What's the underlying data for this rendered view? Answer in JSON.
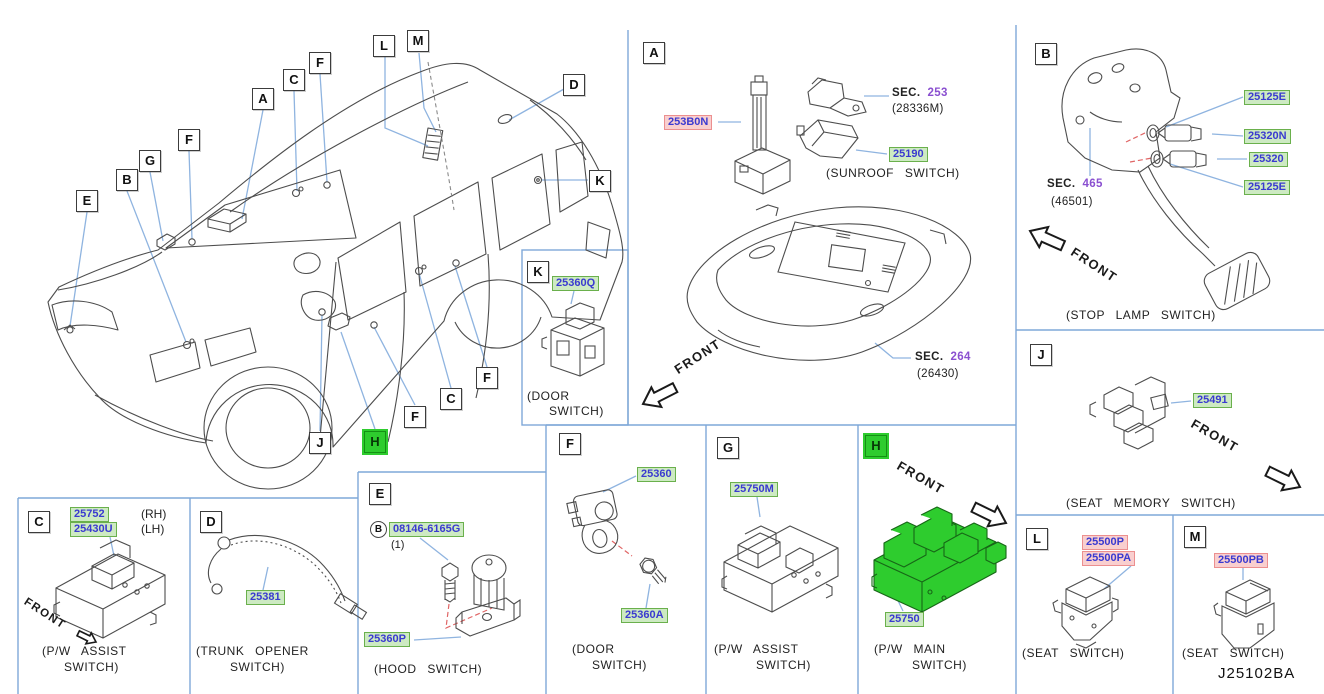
{
  "code": "J25102BA",
  "colors": {
    "highlight_green": "#2ecc2e",
    "part_label_text": "#3a3ad0",
    "green_label_bg": "#cdeac2",
    "green_label_border": "#6ab04c",
    "pink_label_bg": "#f9cfcf",
    "pink_label_border": "#ec8f8f",
    "section_number": "#8a4fd0",
    "panel_line": "#7fa8d8",
    "leader_line": "#8fb4e0",
    "red_dash": "#e06565"
  },
  "car": {
    "callouts": [
      "E",
      "B",
      "G",
      "F",
      "A",
      "C",
      "F",
      "L",
      "M",
      "D",
      "K",
      "J",
      "H",
      "F",
      "C",
      "F"
    ]
  },
  "panel_a": {
    "letter": "A",
    "part1": "253B0N",
    "sec1": "SEC.",
    "sec1_num": "253",
    "sec1_ref": "(28336M)",
    "part2": "25190",
    "caption": "(SUNROOF SWITCH)",
    "sec2": "SEC.",
    "sec2_num": "264",
    "sec2_ref": "(26430)",
    "front": "FRONT"
  },
  "panel_b": {
    "letter": "B",
    "part1": "25125E",
    "part2": "25320N",
    "part3": "25320",
    "part4": "25125E",
    "sec": "SEC.",
    "sec_num": "465",
    "sec_ref": "(46501)",
    "front": "FRONT",
    "caption": "(STOP LAMP SWITCH)"
  },
  "panel_k": {
    "letter": "K",
    "part": "25360Q",
    "cap1": "(DOOR",
    "cap2": "SWITCH)"
  },
  "panel_j": {
    "letter": "J",
    "part": "25491",
    "front": "FRONT",
    "caption": "(SEAT MEMORY SWITCH)"
  },
  "panel_l": {
    "letter": "L",
    "part1": "25500P",
    "part2": "25500PA",
    "caption": "(SEAT SWITCH)"
  },
  "panel_m": {
    "letter": "M",
    "part": "25500PB",
    "caption": "(SEAT SWITCH)"
  },
  "panel_c": {
    "letter": "C",
    "part_rh": "25752",
    "rh": "(RH)",
    "part_lh": "25430U",
    "lh": "(LH)",
    "front": "FRONT",
    "cap1": "(P/W ASSIST",
    "cap2": "SWITCH)"
  },
  "panel_d": {
    "letter": "D",
    "part": "25381",
    "cap1": "(TRUNK OPENER",
    "cap2": "SWITCH)"
  },
  "panel_e": {
    "letter": "E",
    "bolt_mark": "B",
    "part_bolt": "08146-6165G",
    "qty": "(1)",
    "part": "25360P",
    "caption": "(HOOD SWITCH)"
  },
  "panel_f": {
    "letter": "F",
    "part1": "25360",
    "part2": "25360A",
    "cap1": "(DOOR",
    "cap2": "SWITCH)"
  },
  "panel_g": {
    "letter": "G",
    "part": "25750M",
    "cap1": "(P/W ASSIST",
    "cap2": "SWITCH)"
  },
  "panel_h": {
    "letter": "H",
    "part": "25750",
    "front": "FRONT",
    "cap1": "(P/W MAIN",
    "cap2": "SWITCH)"
  }
}
